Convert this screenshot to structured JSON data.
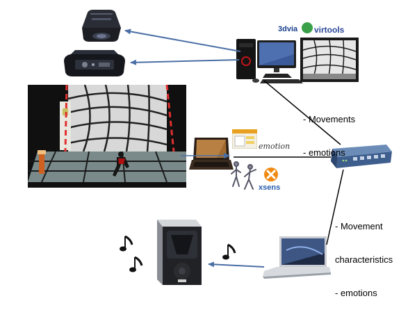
{
  "labels": {
    "network_to_pc": [
      "- Movements",
      "- emotions"
    ],
    "network_to_mac": [
      "- Movement",
      "characteristics",
      "- emotions"
    ]
  },
  "brands": {
    "dvia": "3dvia",
    "virtools": "virtools",
    "emotion": "emotion",
    "xsens": "xsens"
  },
  "icons": {
    "video_projector": "video-projector-icon",
    "projector_base": "projector-base-icon",
    "desktop_pc": "desktop-pc-icon",
    "virtual_scene_thumbnail": "virtual-scene-thumbnail",
    "stage_photo": "stage-performance-photo",
    "laptop_pc": "laptop-pc-icon",
    "network_switch": "network-switch-icon",
    "mocap_sensors": "motion-capture-sensors-icon",
    "macbook": "macbook-laptop-icon",
    "speaker": "loudspeaker-icon",
    "music_notes": "music-note-icon"
  },
  "colors": {
    "arrow": "#4a6fa5",
    "line": "#000000",
    "dashed_frame": "#e03030",
    "stage_bg": "#101010"
  }
}
